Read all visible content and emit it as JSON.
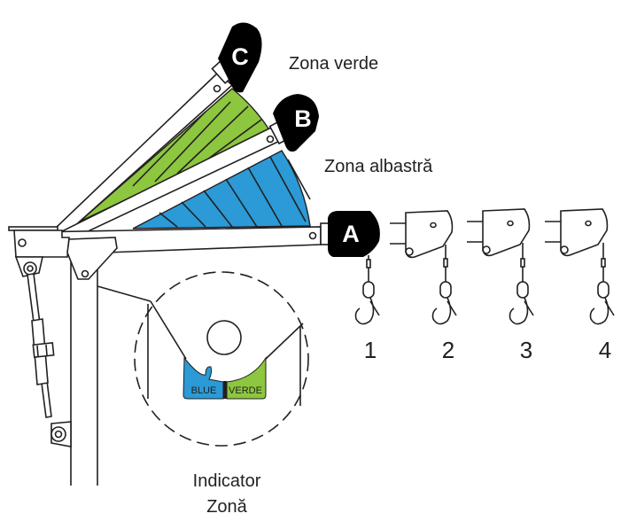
{
  "labels": {
    "zone_green": "Zona verde",
    "zone_blue": "Zona albastră",
    "indicator_line1": "Indicator",
    "indicator_line2": "Zonă"
  },
  "boom_positions": [
    "A",
    "B",
    "C"
  ],
  "hook_positions": [
    "1",
    "2",
    "3",
    "4"
  ],
  "indicator": {
    "left_label": "BLUE",
    "right_label": "VERDE"
  },
  "colors": {
    "green_zone": "#8dc63f",
    "blue_zone": "#2b9ad6",
    "line": "#231f20",
    "badge": "#000000"
  }
}
